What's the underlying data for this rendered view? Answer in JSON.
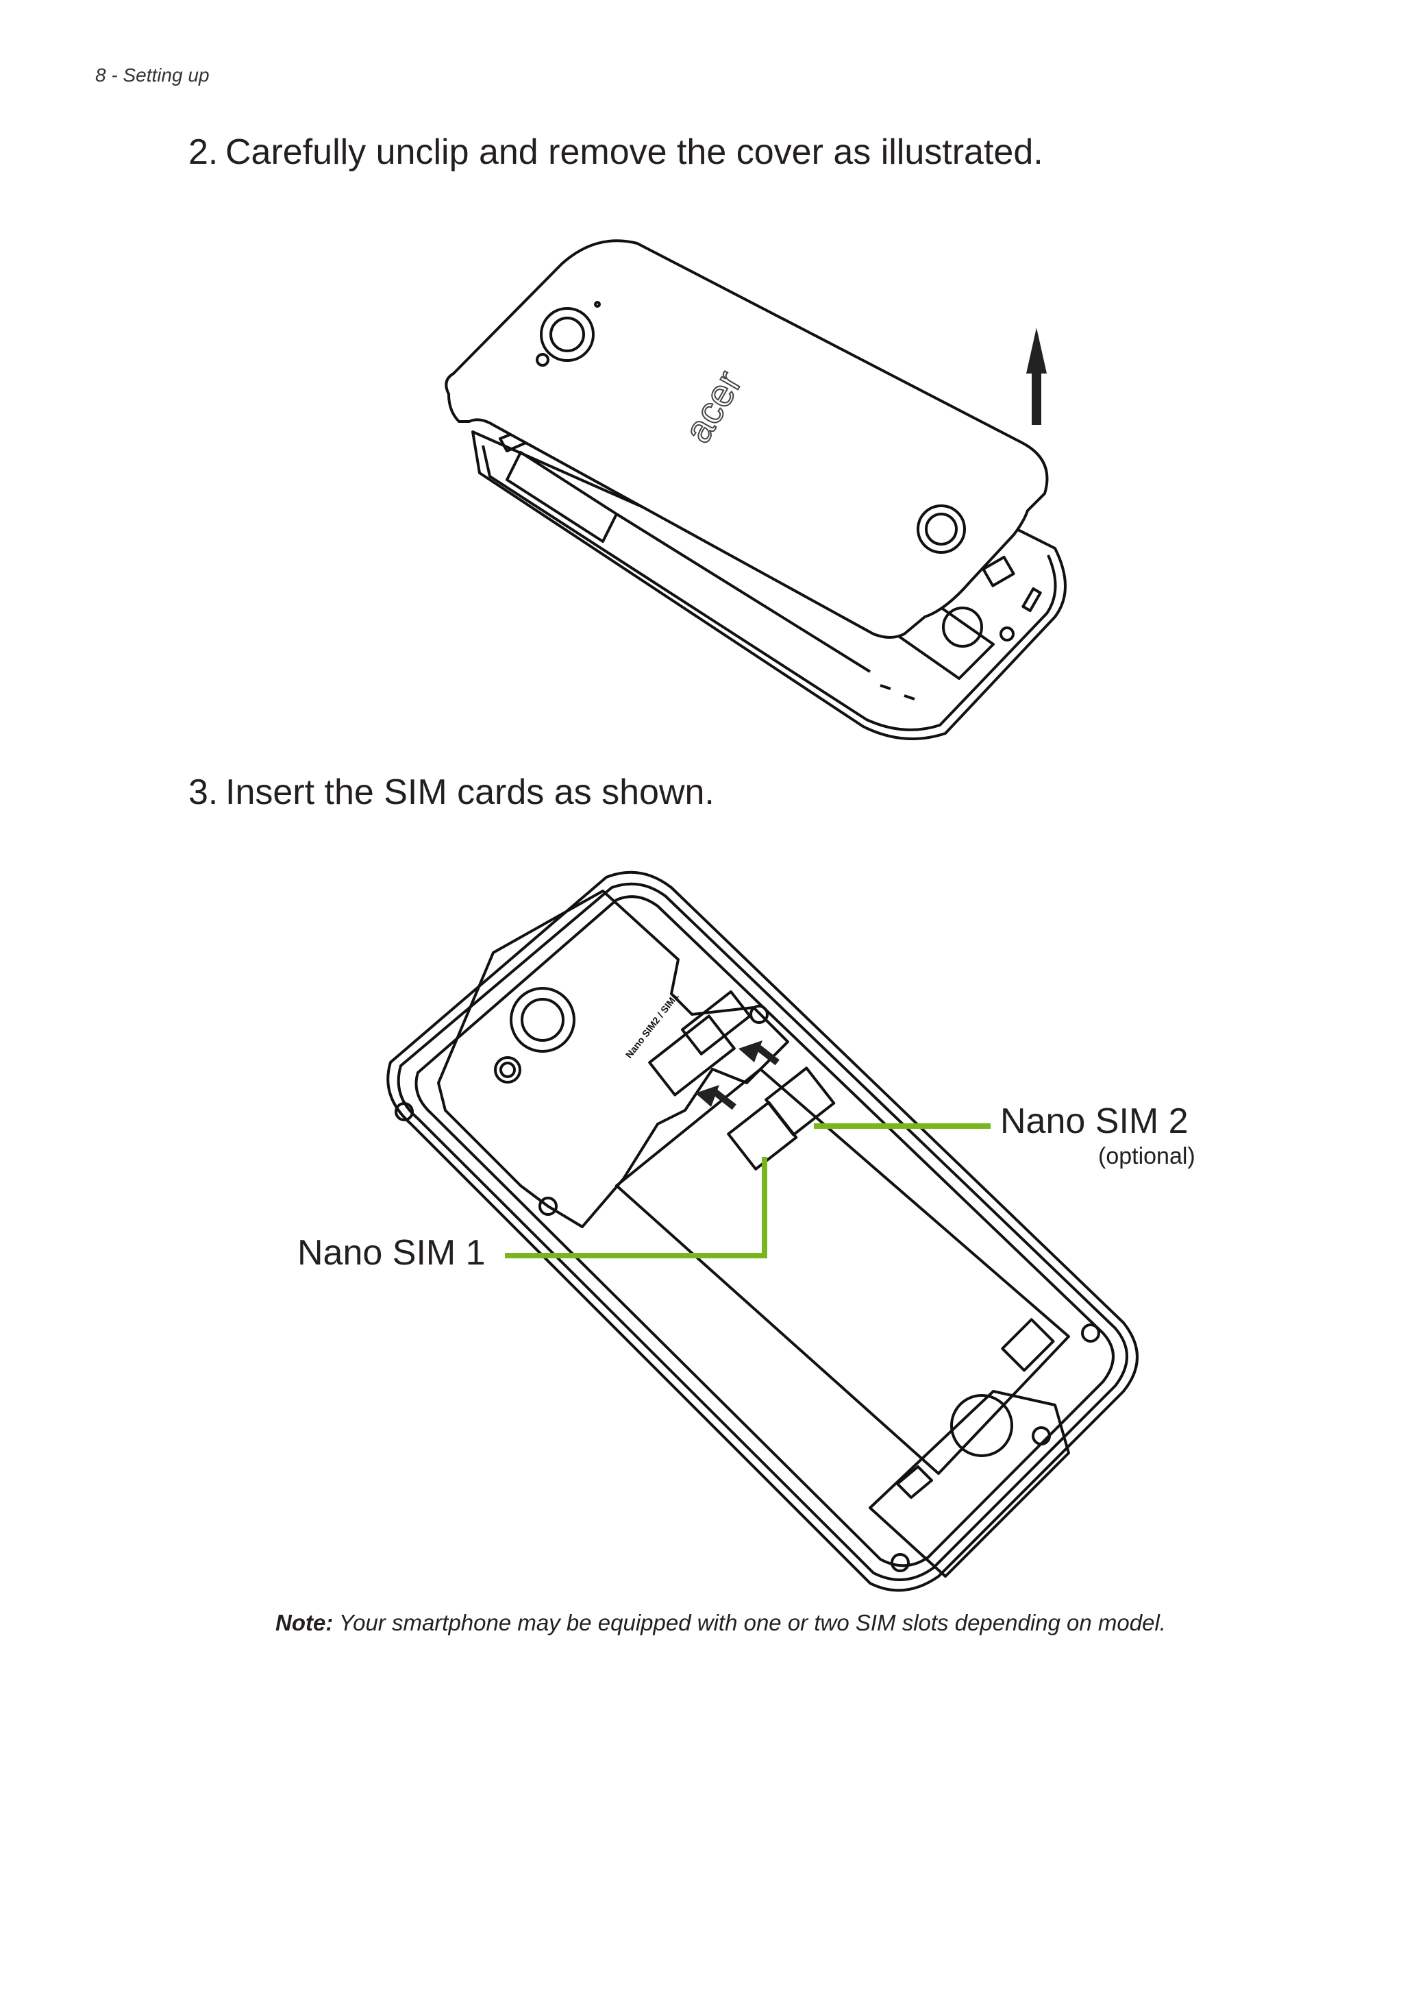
{
  "header": {
    "text": "8 - Setting up"
  },
  "steps": [
    {
      "number": "2.",
      "text": "Carefully unclip and remove the cover as illustrated."
    },
    {
      "number": "3.",
      "text": "Insert the SIM cards as shown."
    }
  ],
  "figure1": {
    "logo_text": "acer"
  },
  "figure2": {
    "slot_label": "Nano SIM2 / SIM1",
    "callouts": {
      "sim2": "Nano SIM 2",
      "sim2_sub": "(optional)",
      "sim1": "Nano SIM 1"
    },
    "accent_color": "#7ab51d"
  },
  "note": {
    "label": "Note:",
    "text": " Your smartphone may be equipped with one or two SIM slots depending on model."
  }
}
